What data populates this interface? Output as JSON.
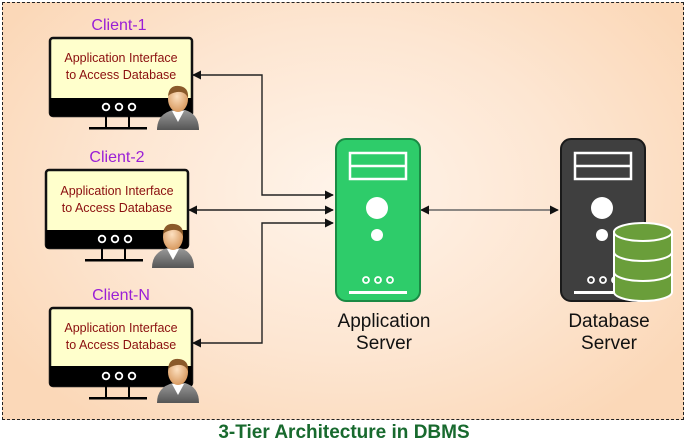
{
  "title": "3-Tier Architecture in DBMS",
  "clients": [
    {
      "label": "Client-1",
      "screen_line1": "Application Interface",
      "screen_line2": "to Access Database"
    },
    {
      "label": "Client-2",
      "screen_line1": "Application Interface",
      "screen_line2": "to Access Database"
    },
    {
      "label": "Client-N",
      "screen_line1": "Application Interface",
      "screen_line2": "to Access Database"
    }
  ],
  "app_server": {
    "line1": "Application",
    "line2": "Server",
    "color": "#2ecc6a"
  },
  "db_server": {
    "line1": "Database",
    "line2": "Server",
    "color": "#3f3f3f",
    "db_color": "#6a9e3a"
  },
  "colors": {
    "client_label": "#9a1fd6",
    "screen_text": "#8b0f0f",
    "caption": "#186a2e",
    "screen_bg": "#ffffcc"
  }
}
